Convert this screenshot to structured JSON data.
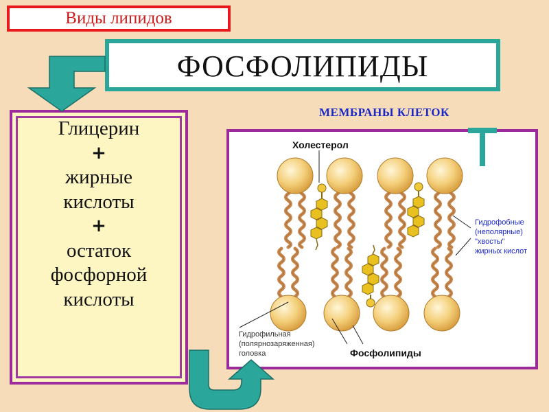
{
  "tag": {
    "text": "Виды липидов"
  },
  "title": {
    "text": "ФОСФОЛИПИДЫ"
  },
  "composition": {
    "line1": "Глицерин",
    "plus1": "+",
    "line2": "жирные",
    "line3": "кислоты",
    "plus2": "+",
    "line4": "остаток",
    "line5": "фосфорной",
    "line6": "кислоты"
  },
  "membranes_label": "МЕМБРАНЫ КЛЕТОК",
  "diagram": {
    "cholesterol": "Холестерол",
    "hydrophobic": [
      "Гидрофобные",
      "(неполярные)",
      "\"хвосты\"",
      "жирных кислот"
    ],
    "hydrophilic": [
      "Гидрофильная",
      "(полярнозаряженная)",
      "головка"
    ],
    "phospholipids": "Фосфолипиды"
  },
  "colors": {
    "background": "#f7dcb9",
    "tag_border": "#e8191c",
    "title_border": "#2aa79a",
    "panel_border": "#9b2a9b",
    "arrow": "#2aa79a",
    "head": "#f4cf7a",
    "tail": "#c8884e",
    "cholesterol": "#e8c020",
    "label_blue": "#1a28c8"
  }
}
